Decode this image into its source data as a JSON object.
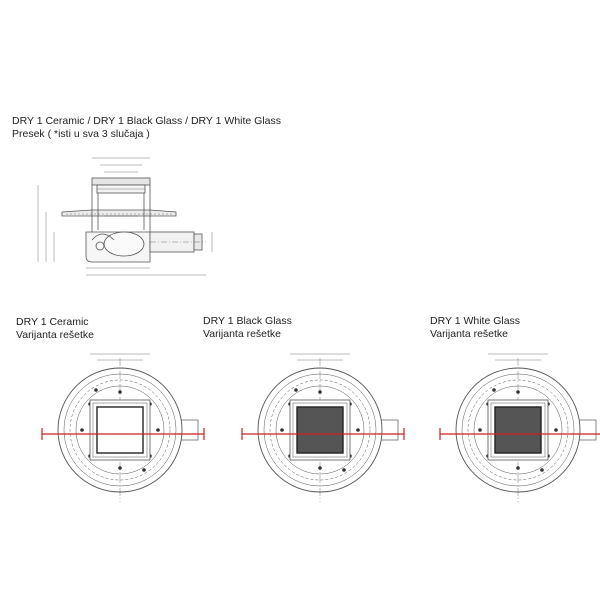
{
  "header": {
    "title": "DRY 1 Ceramic / DRY 1 Black Glass / DRY 1 White Glass",
    "subtitle": "Presek ( *isti u sva 3 slučaja )"
  },
  "variants": [
    {
      "name": "DRY 1 Ceramic",
      "label": "Varijanta rešetke",
      "grate_fill": "#ffffff"
    },
    {
      "name": "DRY 1 Black Glass",
      "label": "Varijanta rešetke",
      "grate_fill": "#555555"
    },
    {
      "name": "DRY 1 White Glass",
      "label": "Varijanta rešetke",
      "grate_fill": "#555555"
    }
  ],
  "colors": {
    "line": "#555555",
    "accent": "#cc2222"
  }
}
